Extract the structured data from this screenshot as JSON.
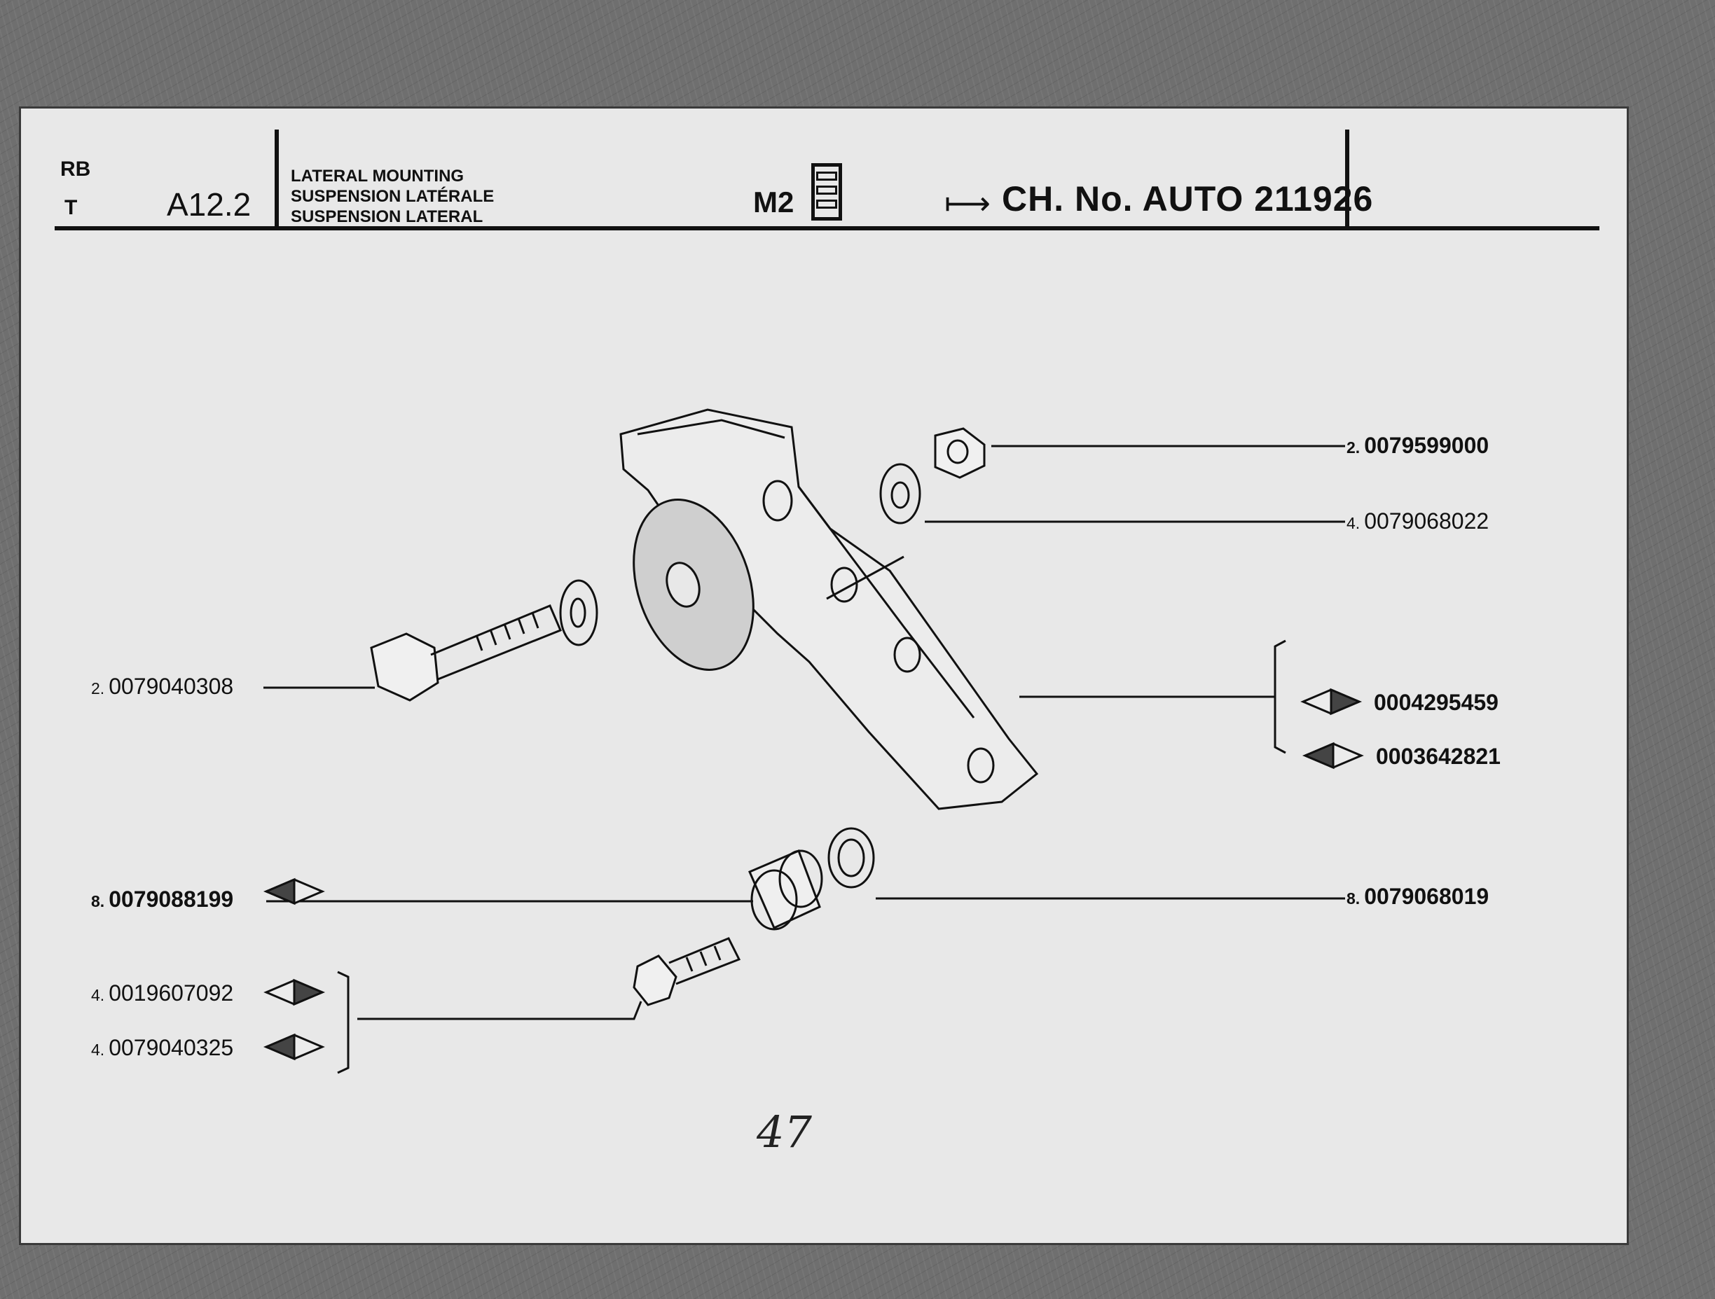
{
  "header": {
    "code_top": "RB",
    "code_bottom": "T",
    "section": "A12.2",
    "title_lines": [
      "LATERAL MOUNTING",
      "SUSPENSION LATÉRALE",
      "SUSPENSION LATERAL"
    ],
    "model": "M2",
    "book_icon": "book-icon",
    "chassis_text": "CH. No. AUTO 211926",
    "arrow_icon": "from-arrow-icon"
  },
  "parts": {
    "p1": {
      "qty": "2.",
      "number": "0079599000"
    },
    "p2": {
      "qty": "4.",
      "number": "0079068022"
    },
    "p3": {
      "qty": "",
      "number": "0004295459",
      "marker": "diamond-right-dark-icon"
    },
    "p4": {
      "qty": "",
      "number": "0003642821",
      "marker": "diamond-left-dark-icon"
    },
    "p5": {
      "qty": "2.",
      "number": "0079040308"
    },
    "p6": {
      "qty": "8.",
      "number": "0079088199",
      "marker": "diamond-left-dark-icon"
    },
    "p7": {
      "qty": "8.",
      "number": "0079068019"
    },
    "p8": {
      "qty": "4.",
      "number": "0019607092",
      "marker": "diamond-right-dark-icon"
    },
    "p9": {
      "qty": "4.",
      "number": "0079040325",
      "marker": "diamond-left-dark-icon"
    }
  },
  "page_number": "47"
}
